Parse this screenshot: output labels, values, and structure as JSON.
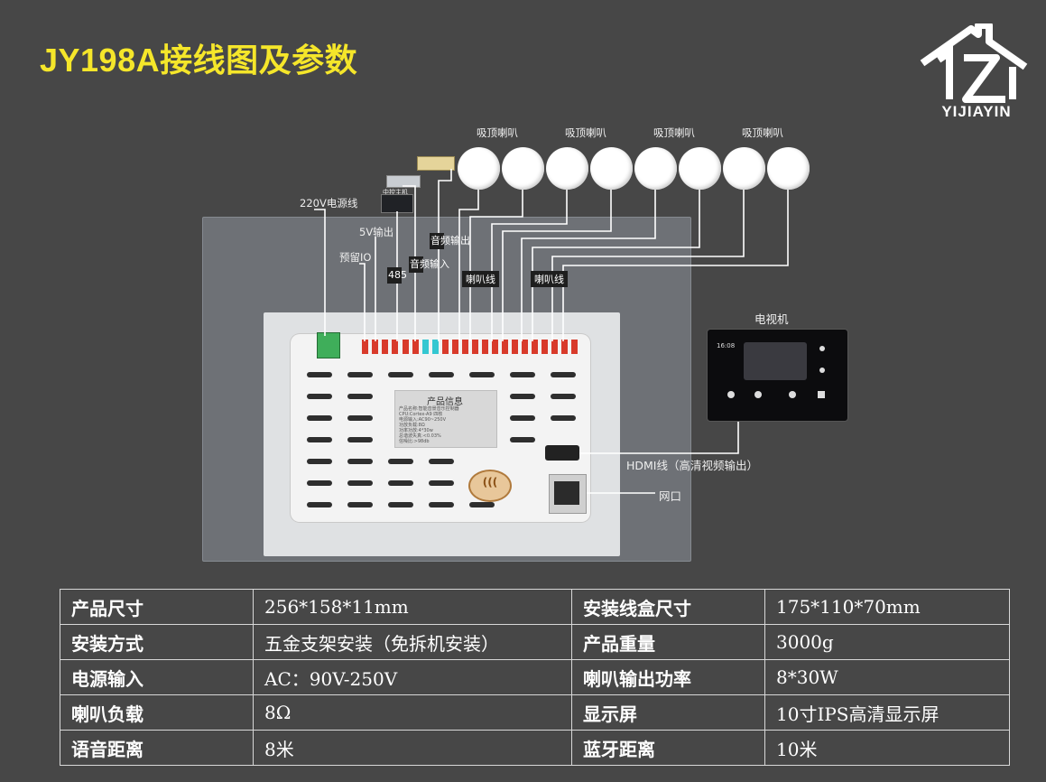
{
  "title": "JY198A接线图及参数",
  "logo": {
    "text": "YIJIAYIN",
    "icon": "house-1z-logo-icon"
  },
  "diagram": {
    "speaker_label": "吸顶喇叭",
    "speaker_count": 8,
    "labels": {
      "power_220v": "220V电源线",
      "reserved_io": "预留IO",
      "out_5v": "5V输出",
      "rs485": "485",
      "audio_in": "音频输入",
      "audio_out": "音频输出",
      "controller": "中控主机",
      "speaker_wire": "喇叭线",
      "tv": "电视机",
      "hdmi": "HDMI线（高清视频输出）",
      "network": "网口"
    },
    "product_info": {
      "title": "产品信息",
      "lines": [
        "产品名称:智能音景音乐控制器",
        "CPU:Cortex-A9 四核",
        "电源输入:AC90~250V",
        "功放负载:8Ω",
        "功率功放:4*30w",
        "总谐波失真:<0.03%",
        "信噪比:>98db"
      ]
    },
    "tv_screen": {
      "time": "16:08"
    },
    "colors": {
      "wire": "#ffffff",
      "terminal_red": "#d83a2b",
      "terminal_green": "#3fae5a",
      "terminal_cyan": "#34c7d1",
      "title": "#f5e62a"
    }
  },
  "specs": [
    {
      "k1": "产品尺寸",
      "v1": "256*158*11mm",
      "k2": "安装线盒尺寸",
      "v2": "175*110*70mm"
    },
    {
      "k1": "安装方式",
      "v1": "五金支架安装（免拆机安装）",
      "k2": "产品重量",
      "v2": "3000g"
    },
    {
      "k1": "电源输入",
      "v1": "AC：90V-250V",
      "k2": "喇叭输出功率",
      "v2": "8*30W"
    },
    {
      "k1": "喇叭负载",
      "v1": "8Ω",
      "k2": "显示屏",
      "v2": "10寸IPS高清显示屏"
    },
    {
      "k1": "语音距离",
      "v1": "8米",
      "k2": "蓝牙距离",
      "v2": "10米"
    }
  ]
}
